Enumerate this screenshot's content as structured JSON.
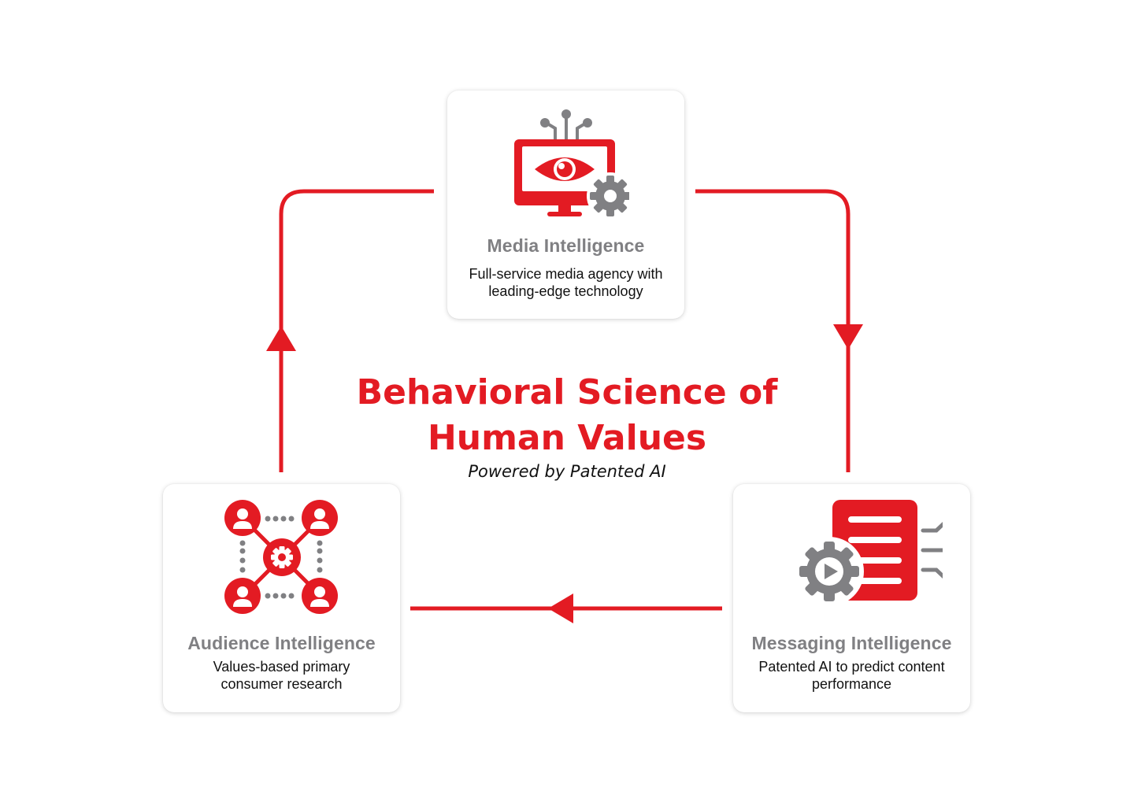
{
  "colors": {
    "accent": "#e31b23",
    "icon_gray": "#808083",
    "title_gray": "#808083",
    "text": "#111111",
    "background": "#ffffff"
  },
  "center": {
    "title_line1": "Behavioral Science of",
    "title_line2": "Human Values",
    "subtitle": "Powered by Patented AI"
  },
  "cards": {
    "media": {
      "icon": "monitor-eye-gear-icon",
      "title": "Media Intelligence",
      "desc_line1": "Full-service media agency with",
      "desc_line2": "leading-edge technology"
    },
    "messaging": {
      "icon": "document-play-gear-icon",
      "title": "Messaging Intelligence",
      "desc_line1": "Patented AI to predict content",
      "desc_line2": "performance"
    },
    "audience": {
      "icon": "people-network-gear-icon",
      "title": "Audience Intelligence",
      "desc_line1": "Values-based primary",
      "desc_line2": "consumer research"
    }
  },
  "flow": {
    "direction": "clockwise",
    "sequence": [
      "Media Intelligence",
      "Messaging Intelligence",
      "Audience Intelligence"
    ]
  }
}
